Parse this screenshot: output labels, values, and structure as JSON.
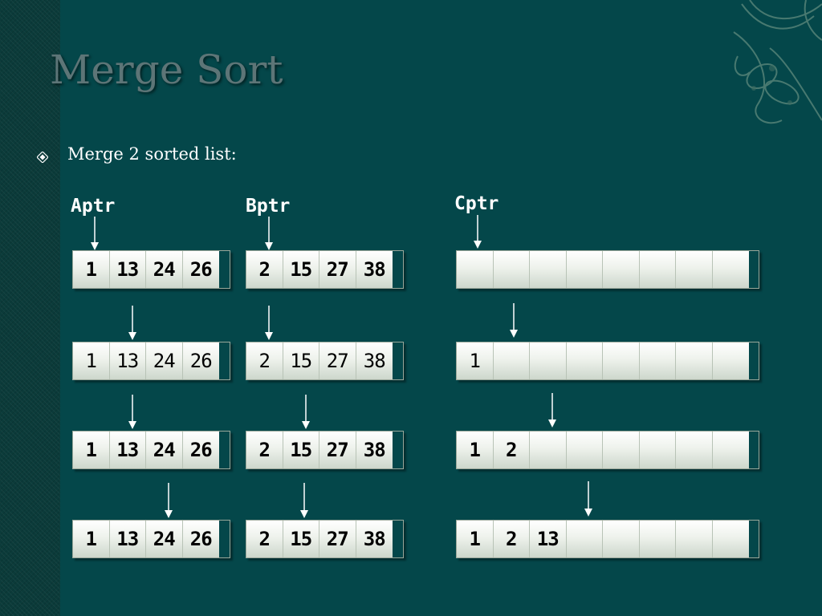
{
  "slide": {
    "title": "Merge Sort",
    "bullet": "Merge 2 sorted list:",
    "bullet_icon": "diamond-bullet-icon"
  },
  "labels": {
    "a": "Aptr",
    "b": "Bptr",
    "c": "Cptr"
  },
  "steps": [
    {
      "a": [
        "1",
        "13",
        "24",
        "26"
      ],
      "b": [
        "2",
        "15",
        "27",
        "38"
      ],
      "c": [
        "",
        "",
        "",
        "",
        "",
        "",
        "",
        ""
      ]
    },
    {
      "a": [
        "1",
        "13",
        "24",
        "26"
      ],
      "b": [
        "2",
        "15",
        "27",
        "38"
      ],
      "c": [
        "1",
        "",
        "",
        "",
        "",
        "",
        "",
        ""
      ]
    },
    {
      "a": [
        "1",
        "13",
        "24",
        "26"
      ],
      "b": [
        "2",
        "15",
        "27",
        "38"
      ],
      "c": [
        "1",
        "2",
        "",
        "",
        "",
        "",
        "",
        ""
      ]
    },
    {
      "a": [
        "1",
        "13",
        "24",
        "26"
      ],
      "b": [
        "2",
        "15",
        "27",
        "38"
      ],
      "c": [
        "1",
        "2",
        "13",
        "",
        "",
        "",
        "",
        ""
      ]
    }
  ],
  "colors": {
    "background": "#04474a",
    "title": "#5d7577",
    "text": "#ffffff"
  }
}
